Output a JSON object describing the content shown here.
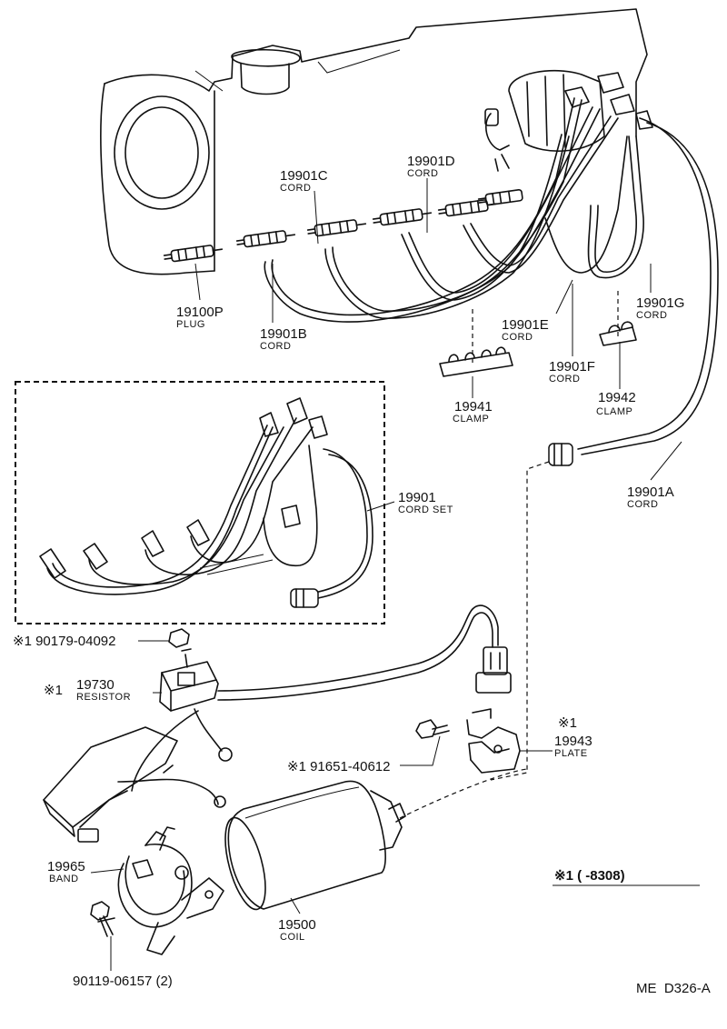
{
  "parts": [
    {
      "id": "19901C",
      "name": "CORD"
    },
    {
      "id": "19901D",
      "name": "CORD"
    },
    {
      "id": "19100P",
      "name": "PLUG"
    },
    {
      "id": "19901B",
      "name": "CORD"
    },
    {
      "id": "19901E",
      "name": "CORD"
    },
    {
      "id": "19901G",
      "name": "CORD"
    },
    {
      "id": "19901F",
      "name": "CORD"
    },
    {
      "id": "19941",
      "name": "CLAMP"
    },
    {
      "id": "19942",
      "name": "CLAMP"
    },
    {
      "id": "19901A",
      "name": "CORD"
    },
    {
      "id": "19901",
      "name": "CORD SET"
    },
    {
      "id": "19730",
      "name": "RESISTOR",
      "prefix": "※1"
    },
    {
      "id": "19943",
      "name": "PLATE",
      "prefix": "※1"
    },
    {
      "id": "19965",
      "name": "BAND"
    },
    {
      "id": "19500",
      "name": "COIL"
    }
  ],
  "hardware": [
    {
      "label": "※1 90179-04092"
    },
    {
      "label": "※1 91651-40612"
    },
    {
      "label": "90119-06157 (2)"
    }
  ],
  "legend": {
    "note": "※1 (      -8308)"
  },
  "diagram_code": "ME  D326-A",
  "icons": [
    "spark-plug-icon",
    "ignition-coil-icon",
    "resistor-icon",
    "distributor-icon"
  ]
}
